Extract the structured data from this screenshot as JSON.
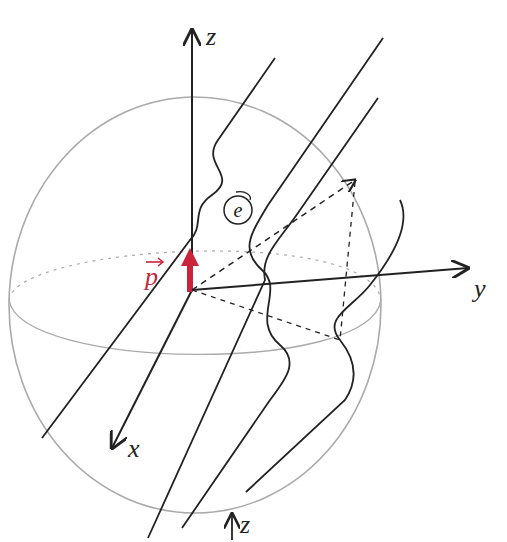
{
  "diagram": {
    "labels": [
      "z",
      "y",
      "x",
      "p",
      "e",
      "z"
    ]
  }
}
